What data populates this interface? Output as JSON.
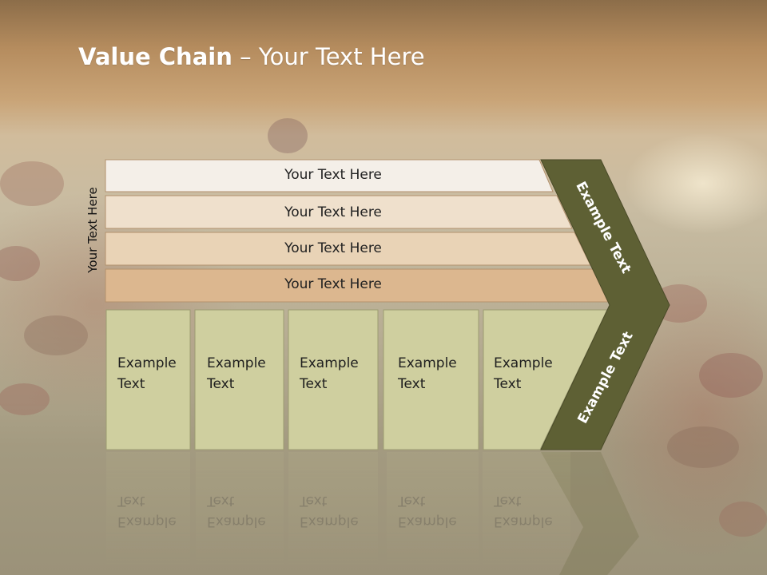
{
  "slide": {
    "title_bold": "Value Chain",
    "title_rest": " – Your Text Here",
    "side_label": "Your Text Here"
  },
  "bars": [
    {
      "label": "Your Text Here",
      "color": "#f4efe8"
    },
    {
      "label": "Your Text Here",
      "color": "#efe0cc"
    },
    {
      "label": "Your Text Here",
      "color": "#e9d3b6"
    },
    {
      "label": "Your Text Here",
      "color": "#dcb78f"
    }
  ],
  "cards": [
    {
      "line1": "Example",
      "line2": "Text"
    },
    {
      "line1": "Example",
      "line2": "Text"
    },
    {
      "line1": "Example",
      "line2": "Text"
    },
    {
      "line1": "Example",
      "line2": "Text"
    },
    {
      "line1": "Example",
      "line2": "Text"
    }
  ],
  "chevron": {
    "upper_label": "Example Text",
    "lower_label": "Example Text",
    "color": "#5e6034"
  },
  "card_color": "#cfcf9f"
}
